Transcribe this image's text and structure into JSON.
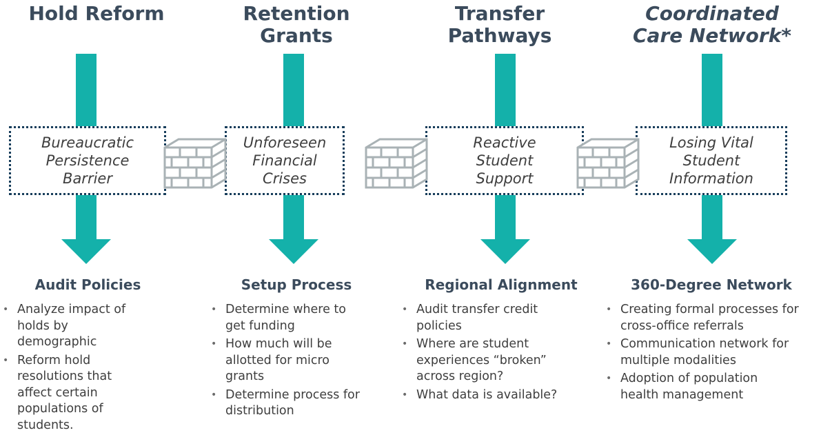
{
  "colors": {
    "arrow": "#14b1aa",
    "box_border": "#163c5a",
    "title": "#3b4b5c",
    "wall": "#a9b2b5"
  },
  "columns": [
    {
      "title_lines": [
        "Hold Reform"
      ],
      "title_italic": false,
      "barrier_lines": [
        "Bureaucratic",
        "Persistence",
        "Barrier"
      ],
      "heading": "Audit Policies",
      "bullets": [
        "Analyze impact of holds by demographic",
        "Reform hold resolutions that affect certain populations of students."
      ]
    },
    {
      "title_lines": [
        "Retention",
        "Grants"
      ],
      "title_italic": false,
      "barrier_lines": [
        "Unforeseen",
        "Financial",
        "Crises"
      ],
      "heading": "Setup Process",
      "bullets": [
        "Determine where to get funding",
        "How much will be allotted for micro grants",
        "Determine process for distribution"
      ]
    },
    {
      "title_lines": [
        "Transfer",
        "Pathways"
      ],
      "title_italic": false,
      "barrier_lines": [
        "Reactive",
        "Student",
        "Support"
      ],
      "heading": "Regional Alignment",
      "bullets": [
        "Audit transfer credit policies",
        "Where are student experiences “broken” across region?",
        "What data is available?"
      ]
    },
    {
      "title_lines": [
        "Coordinated",
        "Care Network*"
      ],
      "title_italic": true,
      "barrier_lines": [
        "Losing Vital",
        "Student",
        "Information"
      ],
      "heading": "360-Degree Network",
      "bullets": [
        "Creating formal processes for cross-office referrals",
        "Communication network for multiple modalities",
        "Adoption of population health management"
      ]
    }
  ],
  "walls": [
    {
      "icon": "brick-wall-icon"
    },
    {
      "icon": "brick-wall-icon"
    },
    {
      "icon": "brick-wall-icon"
    }
  ]
}
